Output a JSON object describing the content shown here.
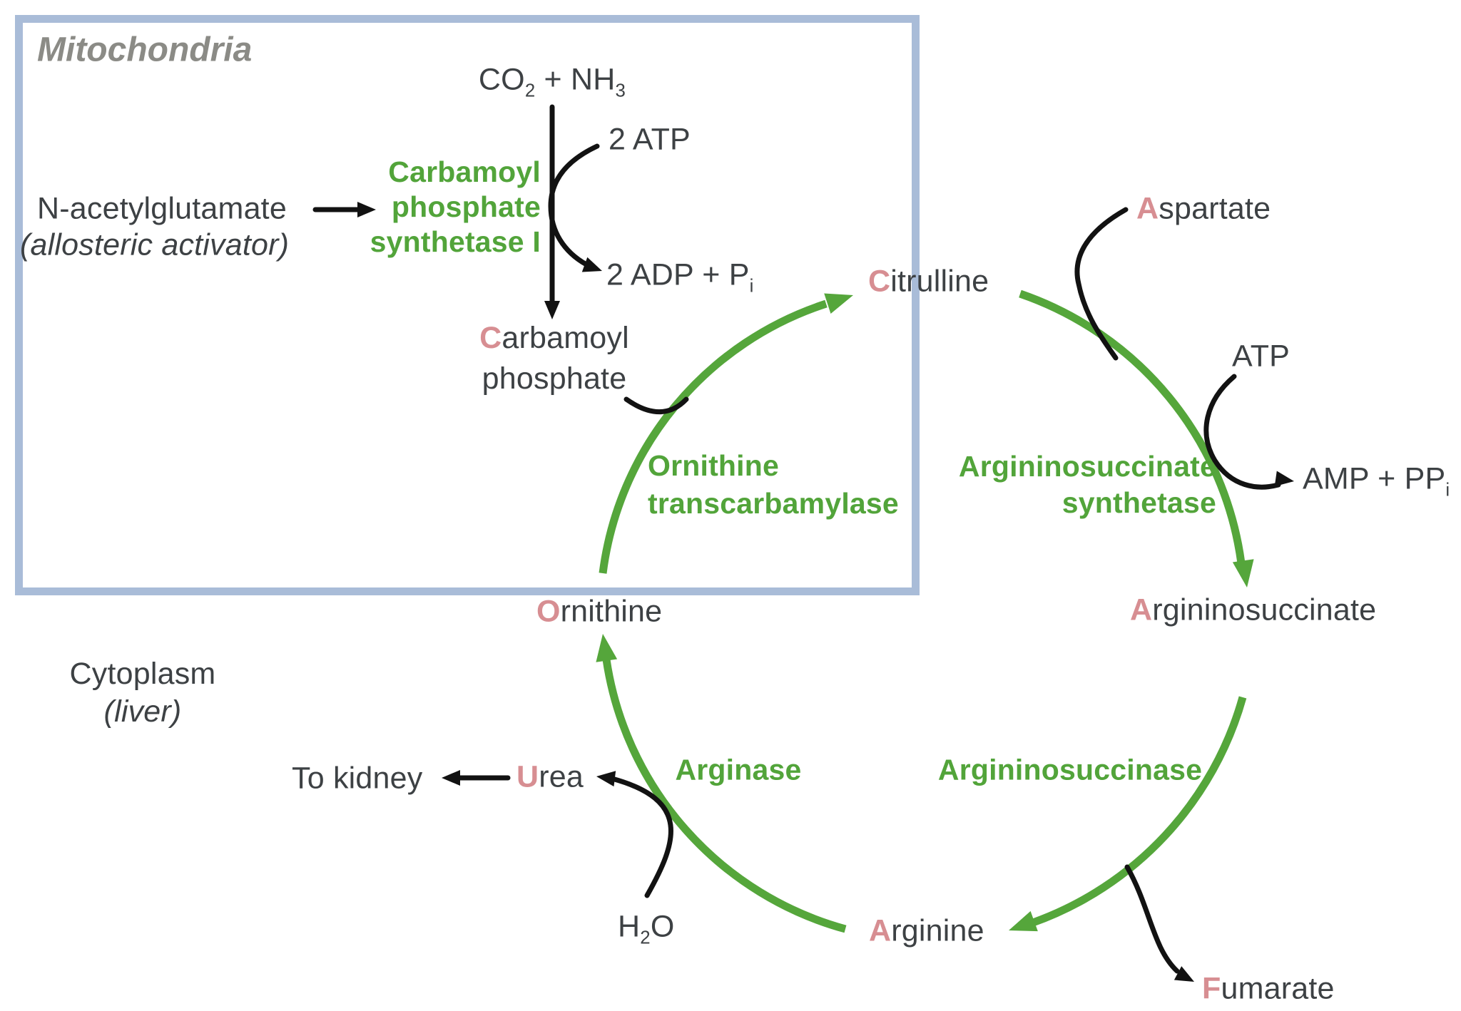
{
  "colors": {
    "background": "#ffffff",
    "box_border": "#a9bcd8",
    "enzyme_green": "#52a43a",
    "arc_green": "#55a63b",
    "initial_pink": "#d78e92",
    "text_dark": "#3d4144",
    "compartment_gray": "#8b8b86",
    "arrow_black": "#121212"
  },
  "compartments": {
    "mitochondria": "Mitochondria",
    "cytoplasm_line1": "Cytoplasm",
    "cytoplasm_line2": "(liver)"
  },
  "cps_reaction": {
    "substrate": {
      "p1": "CO",
      "s1": "2",
      "p2": " + NH",
      "s2": "3"
    },
    "atp_in": "2 ATP",
    "adp_out": {
      "p1": "2 ADP + P",
      "s1": "i"
    },
    "enzyme": {
      "line1": "Carbamoyl",
      "line2": "phosphate",
      "line3": "synthetase I"
    },
    "activator": {
      "name": "N-acetylglutamate",
      "note": "(allosteric activator)"
    },
    "product": {
      "initial": "C",
      "rest": "arbamoyl",
      "line2": "phosphate"
    }
  },
  "cycle": {
    "metabolites": {
      "citrulline": {
        "initial": "C",
        "rest": "itrulline"
      },
      "argininosuccinate": {
        "initial": "A",
        "rest": "rgininosuccinate"
      },
      "arginine": {
        "initial": "A",
        "rest": "rginine"
      },
      "ornithine": {
        "initial": "O",
        "rest": "rnithine"
      }
    },
    "enzymes": {
      "otc": {
        "line1": "Ornithine",
        "line2": "transcarbamylase"
      },
      "ass": {
        "line1": "Argininosuccinate",
        "line2": "synthetase"
      },
      "asl": "Argininosuccinase",
      "arginase": "Arginase"
    },
    "cofactors": {
      "aspartate": {
        "initial": "A",
        "rest": "spartate"
      },
      "atp": "ATP",
      "amp_ppi": {
        "p1": "AMP + PP",
        "s1": "i"
      },
      "fumarate": {
        "initial": "F",
        "rest": "umarate"
      },
      "h2o": {
        "p1": "H",
        "s1": "2",
        "p2": "O"
      },
      "urea": {
        "initial": "U",
        "rest": "rea"
      },
      "to_kidney": "To kidney"
    }
  }
}
